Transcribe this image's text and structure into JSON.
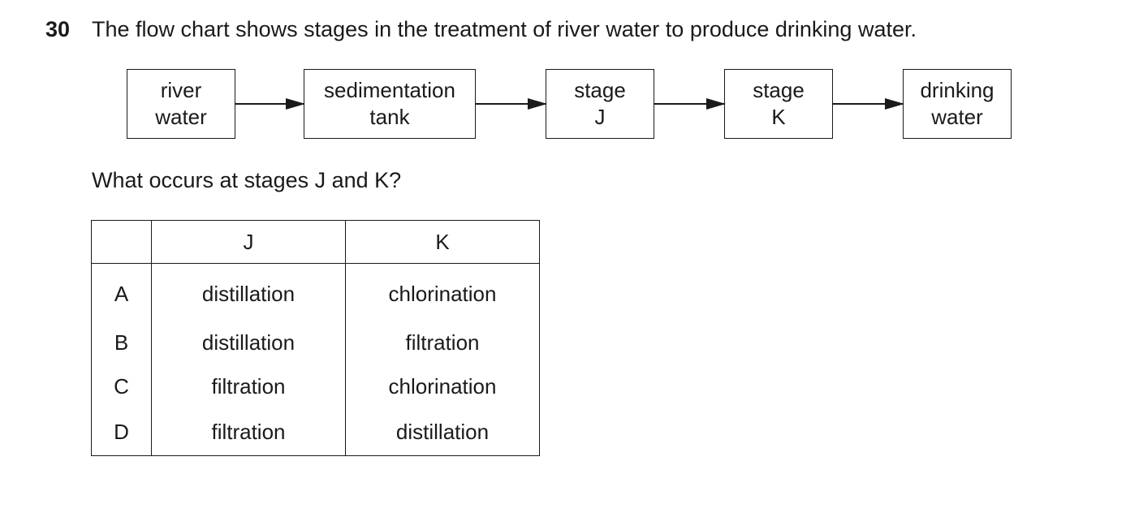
{
  "question": {
    "number": "30",
    "text": "The flow chart shows stages in the treatment of river water to produce drinking water.",
    "prompt": "What occurs at stages J and K?"
  },
  "flow_chart": {
    "boxes": [
      {
        "line1": "river",
        "line2": "water"
      },
      {
        "line1": "sedimentation",
        "line2": "tank"
      },
      {
        "line1": "stage",
        "line2": "J"
      },
      {
        "line1": "stage",
        "line2": "K"
      },
      {
        "line1": "drinking",
        "line2": "water"
      }
    ]
  },
  "table": {
    "headers": {
      "letter": "",
      "j": "J",
      "k": "K"
    },
    "rows": [
      {
        "letter": "A",
        "j": "distillation",
        "k": "chlorination"
      },
      {
        "letter": "B",
        "j": "distillation",
        "k": "filtration"
      },
      {
        "letter": "C",
        "j": "filtration",
        "k": "chlorination"
      },
      {
        "letter": "D",
        "j": "filtration",
        "k": "distillation"
      }
    ]
  }
}
